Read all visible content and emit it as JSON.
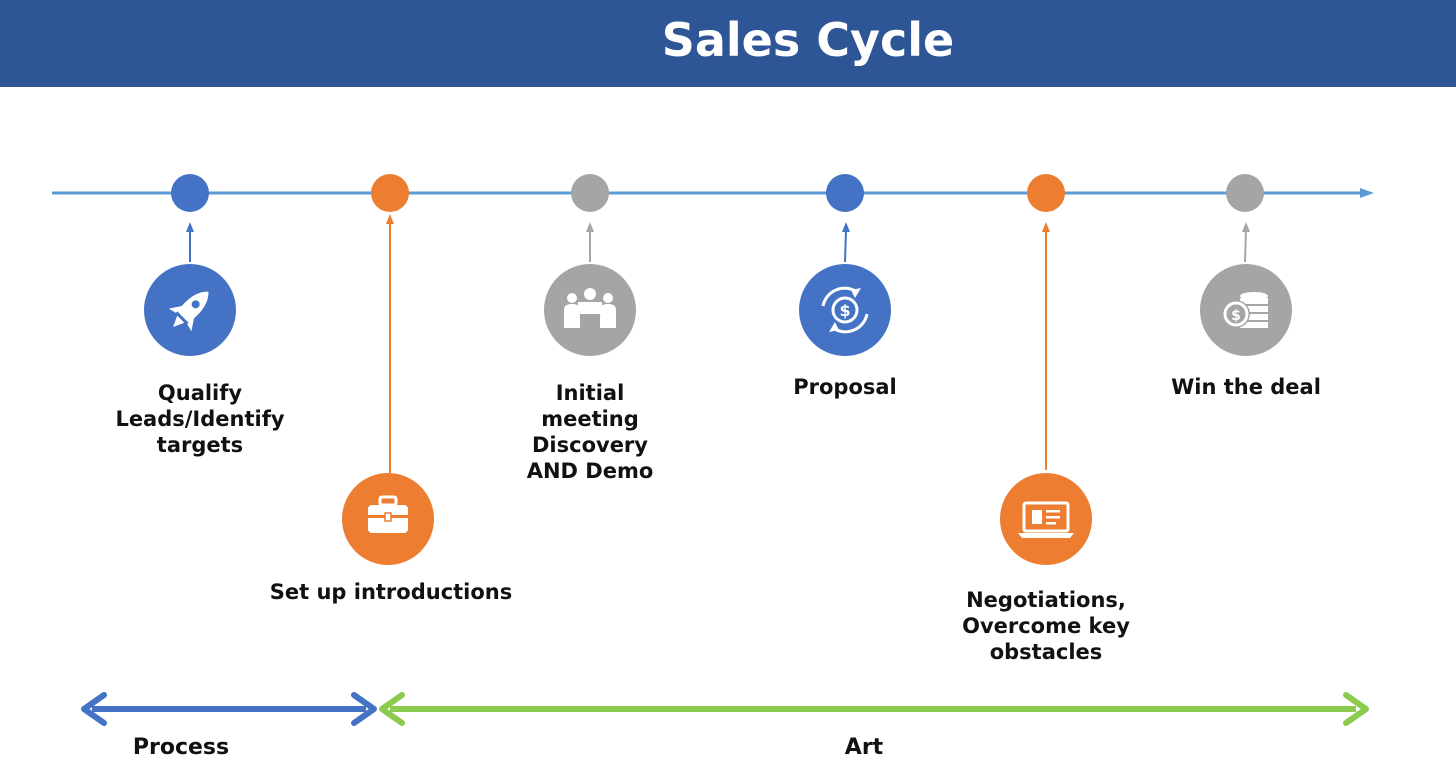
{
  "title": "Sales Cycle",
  "colors": {
    "header": "#2E5596",
    "blue": "#4472C4",
    "orange": "#ED7D31",
    "gray": "#A5A5A5",
    "timeline": "#5B9BD5",
    "art": "#8CCB4E"
  },
  "stages": [
    {
      "label": "Qualify\nLeads/Identify\ntargets",
      "color": "blue",
      "icon": "rocket-icon"
    },
    {
      "label": "Set up introductions",
      "color": "orange",
      "icon": "briefcase-icon"
    },
    {
      "label": "Initial\nmeeting\nDiscovery\nAND Demo",
      "color": "gray",
      "icon": "meeting-icon"
    },
    {
      "label": "Proposal",
      "color": "blue",
      "icon": "dollar-cycle-icon"
    },
    {
      "label": "Negotiations,\nOvercome key\nobstacles",
      "color": "orange",
      "icon": "laptop-icon"
    },
    {
      "label": "Win the deal",
      "color": "gray",
      "icon": "coins-icon"
    }
  ],
  "spans": [
    {
      "label": "Process"
    },
    {
      "label": "Art"
    }
  ]
}
